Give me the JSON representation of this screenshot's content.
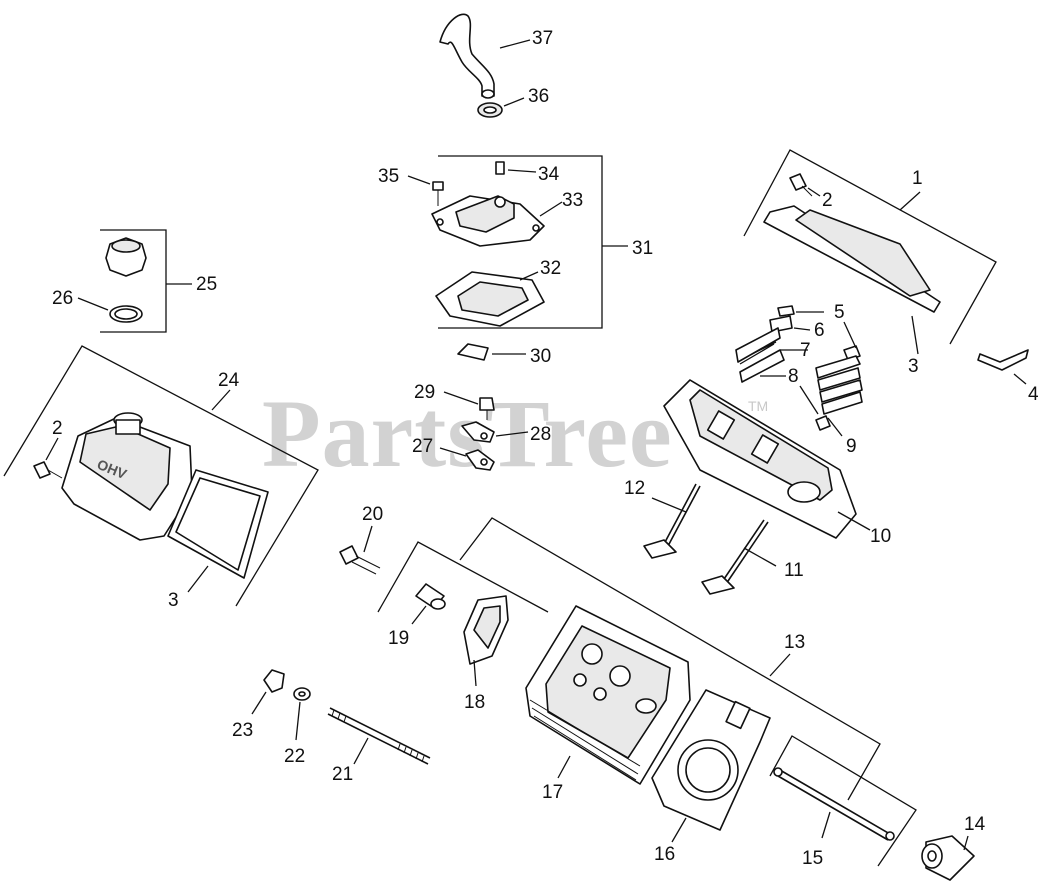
{
  "watermark": {
    "text": "PartsTree",
    "trademark": "TM"
  },
  "callouts": [
    "1",
    "2",
    "3",
    "4",
    "5",
    "6",
    "7",
    "8",
    "9",
    "10",
    "11",
    "12",
    "13",
    "14",
    "15",
    "16",
    "17",
    "18",
    "19",
    "20",
    "21",
    "22",
    "23",
    "24",
    "25",
    "26",
    "27",
    "28",
    "29",
    "30",
    "31",
    "32",
    "33",
    "34",
    "35",
    "36",
    "37",
    "2",
    "3"
  ]
}
